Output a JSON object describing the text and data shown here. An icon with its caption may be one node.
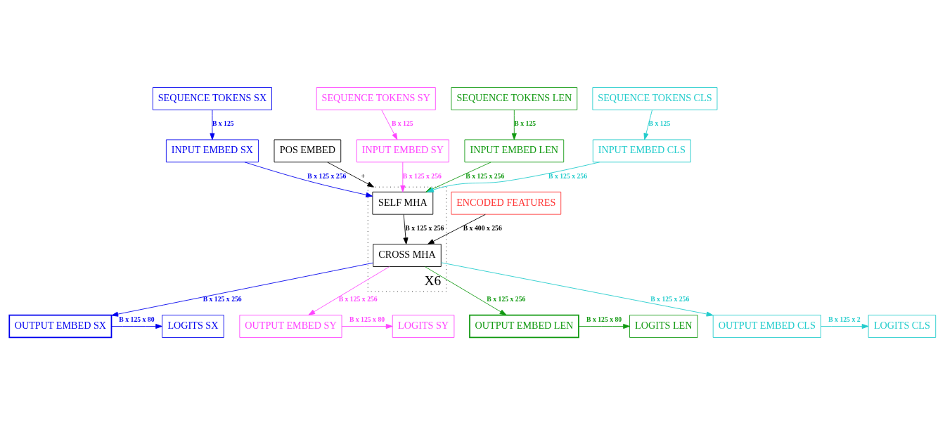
{
  "diagram": {
    "nodes": [
      {
        "text": [
          "SEQUENCE TOKENS SX"
        ]
      },
      {
        "text": [
          "SEQUENCE TOKENS SY"
        ]
      },
      {
        "text": [
          "SEQUENCE TOKENS LEN"
        ]
      },
      {
        "text": [
          "SEQUENCE TOKENS CLS"
        ]
      },
      {
        "text": [
          "POS EMBED"
        ]
      },
      {
        "text": [
          "ENCODED FEATURES"
        ]
      },
      {
        "text": [
          "INPUT EMBED SX"
        ]
      },
      {
        "text": [
          "INPUT EMBED SY"
        ]
      },
      {
        "text": [
          "INPUT EMBED LEN"
        ]
      },
      {
        "text": [
          "INPUT EMBED CLS"
        ]
      },
      {
        "text": [
          "X6"
        ]
      },
      {
        "text": [
          "SELF MHA"
        ],
        "in": 10
      },
      {
        "text": [
          "CROSS MHA"
        ],
        "in": 10
      },
      {
        "text": [
          "LOGITS SX"
        ]
      },
      {
        "text": [
          "OUTPUT EMBED SX"
        ]
      },
      {
        "text": [
          "LOGITS SY"
        ]
      },
      {
        "text": [
          "OUTPUT EMBED SY"
        ]
      },
      {
        "text": [
          "LOGITS LEN"
        ]
      },
      {
        "text": [
          "OUTPUT EMBED LEN"
        ]
      },
      {
        "text": [
          "LOGITS CLS"
        ]
      },
      {
        "text": [
          "OUTPUT EMBED CLS"
        ]
      }
    ],
    "edges": [
      {
        "from": 0,
        "to": 6,
        "arrow": "to",
        "label": "B x 125",
        "color": "#0000ee"
      },
      {
        "from": 1,
        "to": 7,
        "arrow": "to",
        "label": "B x 125",
        "color": "#ff44ff"
      },
      {
        "from": 2,
        "to": 8,
        "arrow": "to",
        "label": "B x 125",
        "color": "#119911"
      },
      {
        "from": 3,
        "to": 9,
        "arrow": "to",
        "label": "B x 125",
        "color": "#22cccc"
      },
      {
        "from": 4,
        "to": 10,
        "arrow": "to",
        "label": "+",
        "color": "#000000"
      },
      {
        "from": 5,
        "to": 12,
        "arrow": "to",
        "label": "B x 400 x 256",
        "color": "#000000"
      },
      {
        "from": 9,
        "to": 11,
        "arrow": "to",
        "label": "B x 125 x 256",
        "color": "#22cccc"
      },
      {
        "from": 7,
        "to": 11,
        "arrow": "to",
        "label": "B x 125 x 256",
        "color": "#ff44ff"
      },
      {
        "from": 6,
        "to": 11,
        "arrow": "to",
        "label": "B x 125 x 256",
        "color": "#0000ee"
      },
      {
        "from": 8,
        "to": 11,
        "arrow": "to",
        "label": "B x 125 x 256",
        "color": "#119911"
      },
      {
        "from": 11,
        "to": 12,
        "arrow": "to",
        "label": "B x 125 x 256",
        "color": "#000000"
      },
      {
        "from": 12,
        "to": 14,
        "arrow": "to",
        "label": "B x 125 x 256",
        "color": "#0000ee"
      },
      {
        "from": 12,
        "to": 16,
        "arrow": "to",
        "label": "B x 125 x 256",
        "color": "#ff44ff"
      },
      {
        "from": 12,
        "to": 18,
        "arrow": "to",
        "label": "B x 125 x 256",
        "color": "#119911"
      },
      {
        "from": 12,
        "to": 20,
        "arrow": "to",
        "label": "B x 125 x 256",
        "color": "#22cccc"
      },
      {
        "from": 14,
        "to": 13,
        "arrow": "to",
        "label": "B x 125 x 80",
        "color": "#0000ee"
      },
      {
        "from": 16,
        "to": 15,
        "arrow": "to",
        "label": "B x 125 x 80",
        "color": "#ff44ff"
      },
      {
        "from": 18,
        "to": 17,
        "arrow": "to",
        "label": "B x 125 x 80",
        "color": "#119911"
      },
      {
        "from": 20,
        "to": 19,
        "arrow": "to",
        "label": "B x 125 x 2",
        "color": "#22cccc"
      }
    ]
  }
}
